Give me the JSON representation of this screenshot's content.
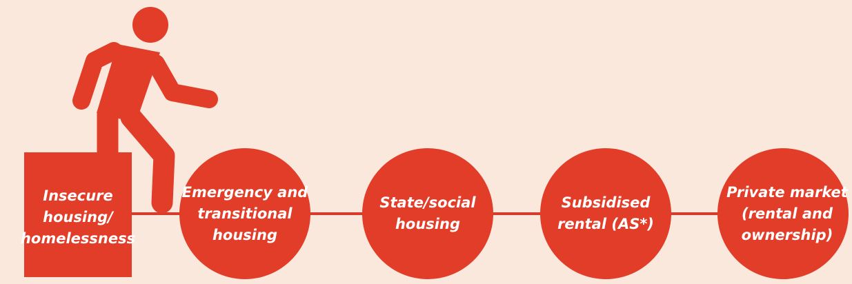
{
  "colors": {
    "background": "#fbe8dc",
    "accent": "#e23d28",
    "text": "#ffffff"
  },
  "figure": {
    "icon": "walking-person-icon"
  },
  "steps": [
    {
      "label": "Insecure\nhousing/\nhomelessness",
      "shape": "square"
    },
    {
      "label": "Emergency and\ntransitional\nhousing",
      "shape": "circle"
    },
    {
      "label": "State/social\nhousing",
      "shape": "circle"
    },
    {
      "label": "Subsidised\nrental (AS*)",
      "shape": "circle"
    },
    {
      "label": "Private market\n(rental and\nownership)",
      "shape": "circle"
    }
  ]
}
